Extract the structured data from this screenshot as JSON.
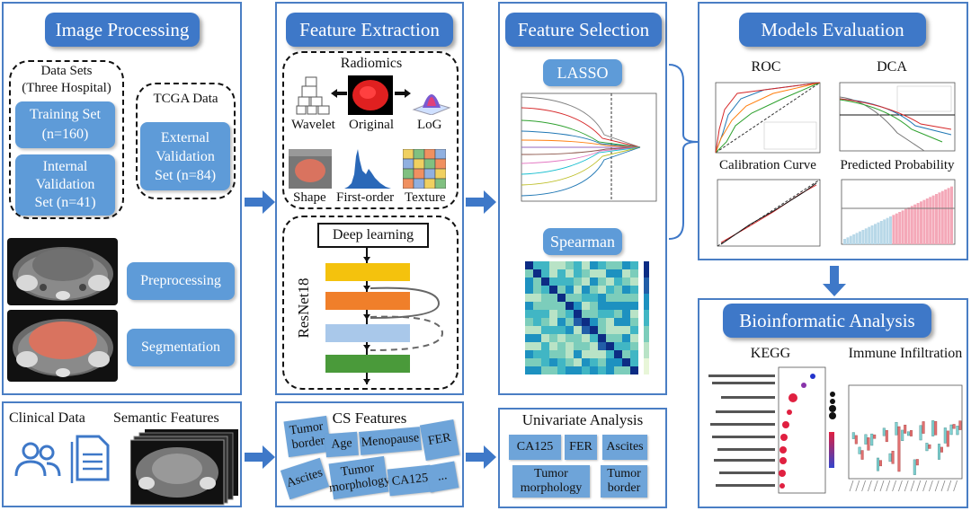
{
  "image_processing": {
    "title": "Image Processing",
    "data_sets_title": "Data Sets\n(Three Hospital)",
    "training": "Training Set\n(n=160)",
    "internal": "Internal\nValidation\nSet (n=41)",
    "tcga_title": "TCGA Data",
    "external": "External\nValidation\nSet (n=84)",
    "preprocessing": "Preprocessing",
    "segmentation": "Segmentation"
  },
  "feature_extraction": {
    "title": "Feature Extraction",
    "radiomics": "Radiomics",
    "wavelet": "Wavelet",
    "original": "Original",
    "log": "LoG",
    "shape": "Shape",
    "first_order": "First-order",
    "texture": "Texture",
    "deep_learning": "Deep learning",
    "resnet": "ResNet18"
  },
  "feature_selection": {
    "title": "Feature Selection",
    "lasso": "LASSO",
    "spearman": "Spearman"
  },
  "models_evaluation": {
    "title": "Models Evaluation",
    "roc": "ROC",
    "dca": "DCA",
    "calibration": "Calibration Curve",
    "predicted": "Predicted Probability"
  },
  "bioinformatic": {
    "title": "Bioinformatic Analysis",
    "kegg": "KEGG",
    "immune": "Immune Infiltration"
  },
  "clinical": {
    "clinical_data": "Clinical Data",
    "semantic": "Semantic Features"
  },
  "cs_features": {
    "title": "CS Features",
    "tags": [
      "Tumor\nborder",
      "Age",
      "Menopause",
      "FER",
      "Ascites",
      "Tumor\nmorphology",
      "CA125",
      "..."
    ]
  },
  "univariate": {
    "title": "Univariate Analysis",
    "tags": [
      "CA125",
      "FER",
      "Ascites",
      "Tumor\nmorphology",
      "Tumor\nborder"
    ]
  },
  "colors": {
    "panel_border": "#4a7ec4",
    "title_bg": "#3e78c8",
    "button_bg": "#5e9bd8",
    "tag_bg": "#6ea4d9",
    "arrow": "#3e78c8"
  }
}
